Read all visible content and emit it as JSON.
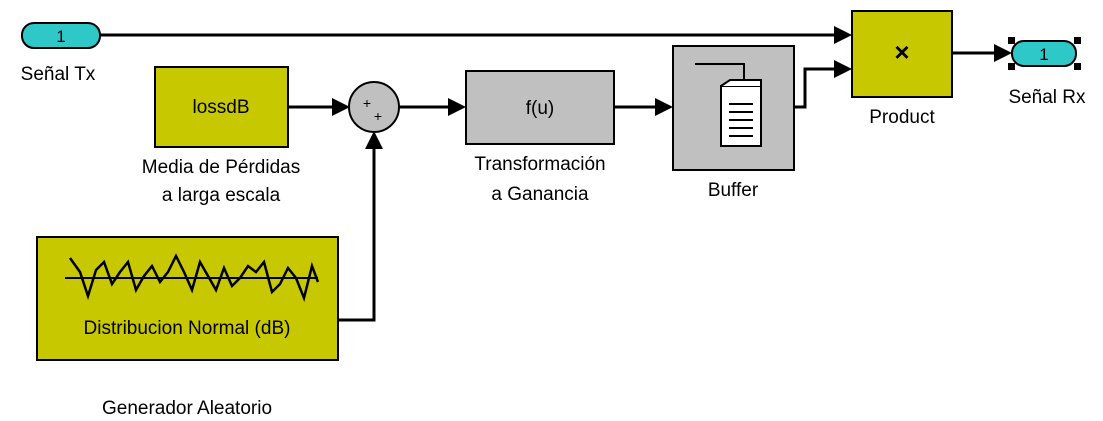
{
  "inport": {
    "number": "1",
    "label": "Señal Tx"
  },
  "outport": {
    "number": "1",
    "label": "Señal Rx"
  },
  "constant_block": {
    "value": "lossdB",
    "label_line1": "Media de Pérdidas",
    "label_line2": "a larga escala"
  },
  "sum_block": {
    "signs": "+ +"
  },
  "random_block": {
    "text": "Distribucion Normal (dB)",
    "label": "Generador Aleatorio"
  },
  "fcn_block": {
    "text": "f(u)",
    "label_line1": "Transformación",
    "label_line2": "a Ganancia"
  },
  "buffer_block": {
    "label": "Buffer"
  },
  "product_block": {
    "symbol": "×",
    "label": "Product"
  },
  "colors": {
    "block_yellow": "#c8c800",
    "block_gray": "#c0c0c0",
    "port_cyan": "#2ec8c8",
    "wire": "#000000"
  }
}
